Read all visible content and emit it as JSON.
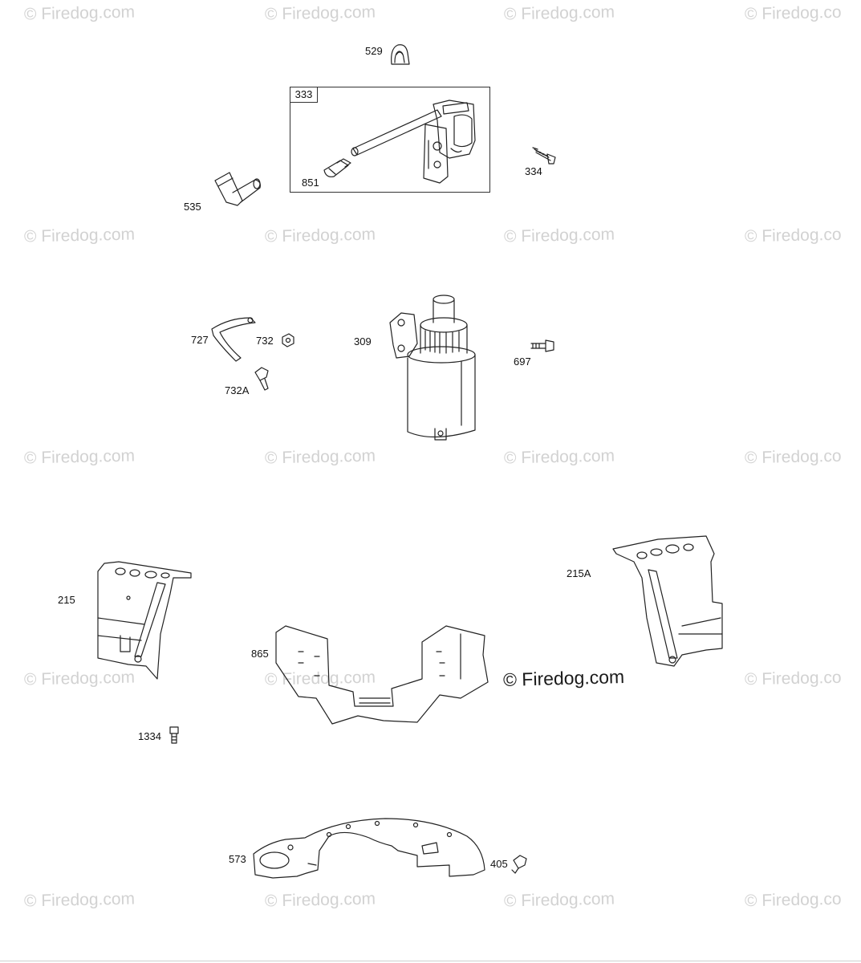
{
  "watermark": {
    "text": "© Firedog.com",
    "edge_text": "© Firedog.co",
    "main_text": "© Firedog.com"
  },
  "kit": {
    "label": "333"
  },
  "parts": [
    {
      "id": "p529",
      "label": "529"
    },
    {
      "id": "p851",
      "label": "851"
    },
    {
      "id": "p334",
      "label": "334"
    },
    {
      "id": "p535",
      "label": "535"
    },
    {
      "id": "p727",
      "label": "727"
    },
    {
      "id": "p732",
      "label": "732"
    },
    {
      "id": "p732a",
      "label": "732A"
    },
    {
      "id": "p309",
      "label": "309"
    },
    {
      "id": "p697",
      "label": "697"
    },
    {
      "id": "p215",
      "label": "215"
    },
    {
      "id": "p215a",
      "label": "215A"
    },
    {
      "id": "p865",
      "label": "865"
    },
    {
      "id": "p1334",
      "label": "1334"
    },
    {
      "id": "p573",
      "label": "573"
    },
    {
      "id": "p405",
      "label": "405"
    }
  ]
}
